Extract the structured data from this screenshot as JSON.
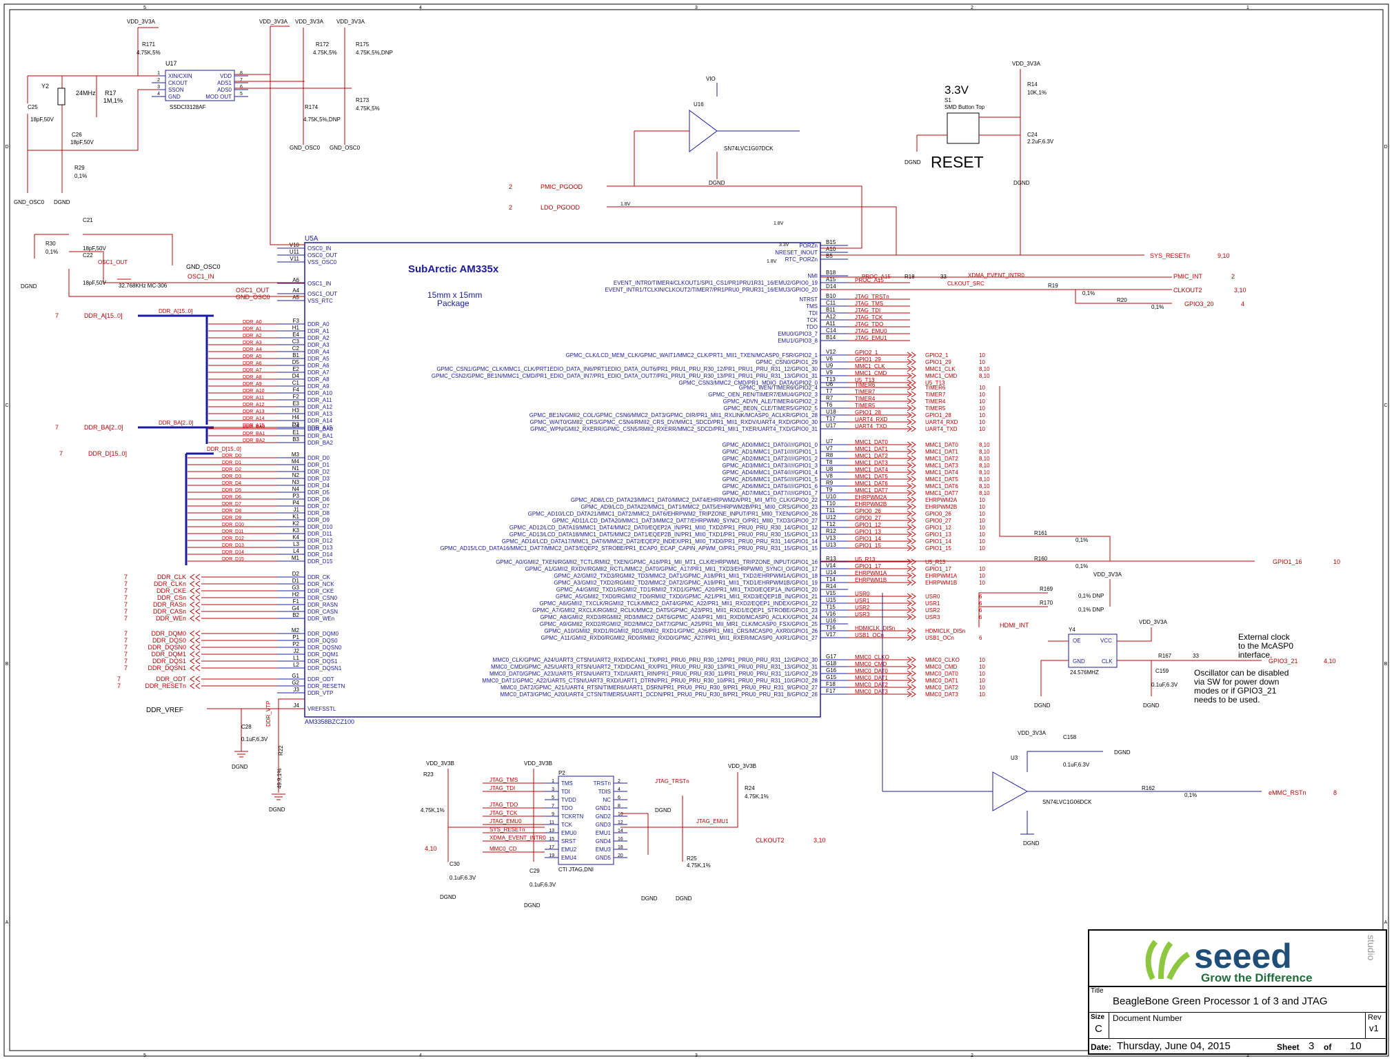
{
  "sheet": {
    "border_numbers": [
      "5",
      "4",
      "3",
      "2",
      "1"
    ],
    "border_letters": [
      "D",
      "C",
      "B",
      "A"
    ]
  },
  "u5": {
    "refdes": "U5A",
    "title": "SubArctic  AM335x",
    "package_line1": "15mm x 15mm",
    "package_line2": "Package",
    "part": "AM3358BZCZ100",
    "left_pins": [
      [
        "V10",
        "OSC0_IN"
      ],
      [
        "U11",
        "OSC0_OUT"
      ],
      [
        "V11",
        "VSS_OSC0"
      ],
      [
        "A6",
        "OSC1_IN"
      ],
      [
        "A4",
        "OSC1_OUT"
      ],
      [
        "A5",
        "VSS_RTC"
      ],
      [
        "F3",
        "DDR_A0"
      ],
      [
        "H1",
        "DDR_A1"
      ],
      [
        "E4",
        "DDR_A2"
      ],
      [
        "C3",
        "DDR_A3"
      ],
      [
        "C2",
        "DDR_A4"
      ],
      [
        "B1",
        "DDR_A5"
      ],
      [
        "D5",
        "DDR_A6"
      ],
      [
        "E2",
        "DDR_A7"
      ],
      [
        "D4",
        "DDR_A8"
      ],
      [
        "C1",
        "DDR_A9"
      ],
      [
        "F4",
        "DDR_A10"
      ],
      [
        "F2",
        "DDR_A11"
      ],
      [
        "E3",
        "DDR_A12"
      ],
      [
        "H3",
        "DDR_A13"
      ],
      [
        "H4",
        "DDR_A14"
      ],
      [
        "D3",
        "DDR_A15"
      ],
      [
        "C4",
        "DDR_BA0"
      ],
      [
        "E1",
        "DDR_BA1"
      ],
      [
        "B3",
        "DDR_BA2"
      ],
      [
        "M3",
        "DDR_D0"
      ],
      [
        "M4",
        "DDR_D1"
      ],
      [
        "N1",
        "DDR_D2"
      ],
      [
        "N2",
        "DDR_D3"
      ],
      [
        "N3",
        "DDR_D4"
      ],
      [
        "N4",
        "DDR_D5"
      ],
      [
        "P3",
        "DDR_D6"
      ],
      [
        "P4",
        "DDR_D7"
      ],
      [
        "J1",
        "DDR_D8"
      ],
      [
        "K1",
        "DDR_D9"
      ],
      [
        "K2",
        "DDR_D10"
      ],
      [
        "K3",
        "DDR_D11"
      ],
      [
        "K4",
        "DDR_D12"
      ],
      [
        "L3",
        "DDR_D13"
      ],
      [
        "L4",
        "DDR_D14"
      ],
      [
        "M1",
        "DDR_D15"
      ],
      [
        "D2",
        "DDR_CK"
      ],
      [
        "D1",
        "DDR_NCK"
      ],
      [
        "G3",
        "DDR_CKE"
      ],
      [
        "H2",
        "DDR_CSN0"
      ],
      [
        "F1",
        "DDR_RASN"
      ],
      [
        "G4",
        "DDR_CASN"
      ],
      [
        "B2",
        "DDR_WEn"
      ],
      [
        "M2",
        "DDR_DQM0"
      ],
      [
        "P1",
        "DDR_DQS0"
      ],
      [
        "P2",
        "DDR_DQSN0"
      ],
      [
        "J2",
        "DDR_DQM1"
      ],
      [
        "L1",
        "DDR_DQS1"
      ],
      [
        "L2",
        "DDR_DQSN1"
      ],
      [
        "G1",
        "DDR_ODT"
      ],
      [
        "G2",
        "DDR_RESETN"
      ],
      [
        "J3",
        "DDR_VTP"
      ],
      [
        "J4",
        "VREFSSTL"
      ]
    ],
    "right_pins": [
      [
        "B15",
        "PORZn"
      ],
      [
        "A10",
        "NRESET_INOUT"
      ],
      [
        "B5",
        "RTC_PORZn"
      ],
      [
        "B18",
        "NMI"
      ],
      [
        "A15",
        "EVENT_INTR0/TIMER4/CLKOUT1/SPI1_CS1/PR1PRU1R31_16/EMU2/GPIO0_19"
      ],
      [
        "D14",
        "EVENT_INTR1/TCLKIN/CLKOUT2/TIMER7/PR1PRU0_PRUR31_16/EMU3/GPIO0_20"
      ],
      [
        "B10",
        "NTRST"
      ],
      [
        "C11",
        "TMS"
      ],
      [
        "B11",
        "TDI"
      ],
      [
        "A12",
        "TCK"
      ],
      [
        "A11",
        "TDO"
      ],
      [
        "C14",
        "EMU0/GPIO3_7"
      ],
      [
        "B14",
        "EMU1/GPIO3_8"
      ],
      [
        "V12",
        "GPMC_CLK/LCD_MEM_CLK/GPMC_WAIT1/MMC2_CLK/PRT1_MII1_TXEN/MCASP0_FSR/GPIO2_1"
      ],
      [
        "V6",
        "GPMC_CSN0/GPIO1_29"
      ],
      [
        "U9",
        "GPMC_CSN1/GPMC_CLK/MMC1_CLK/PRT1EDIO_DATA_IN6/PRT1EDIO_DATA_OUT6/PR1_PRU1_PRU_R30_12/PR1_PRU1_PRU_R31_12/GPIO1_30"
      ],
      [
        "V9",
        "GPMC_CSN2/GPMC_BE1N/MMC1_CMD/PR1_EDIO_DATA_IN7/PR1_EDIO_DATA_OUT7/PR1_PRU1_PRU_R30_13/PR1_PRU1_PRU_R31_13/GPIO1_31"
      ],
      [
        "T13",
        "GPMC_CSN3/MMC2_CMD/PR1_MDIO_DATA/GPIO2_0"
      ],
      [
        "U6",
        "GPMC_WEN/TIMER6/GPIO2_4"
      ],
      [
        "T7",
        "GPMC_OEN_REN/TIMER7/EMU4/GPIO2_3"
      ],
      [
        "R7",
        "GPMC_ADVN_ALE/TIMER4/GPIO2_2"
      ],
      [
        "T6",
        "GPMC_BE0N_CLE/TIMER5/GPIO2_5"
      ],
      [
        "U18",
        "GPMC_BE1N/GMII2_COL/GPMC_CSN6/MMC2_DAT3/GPMC_DIR/PR1_MII1_RXLINK/MCASP0_ACLKR/GPIO1_28"
      ],
      [
        "T17",
        "GPMC_WAIT0/GMII2_CRS/GPMC_CSN4/RMII2_CRS_DV/MMC1_SDCD/PR1_MII1_RXDV/UART4_RXD/GPIO0_30"
      ],
      [
        "U17",
        "GPMC_WPN/GMII2_RXERR/GPMC_CSN5/RMII2_RXERR/MMC2_SDCD/PR1_MII1_TXER/UART4_TXD/GPIO0_31"
      ],
      [
        "U7",
        "GPMC_AD0/MMC1_DAT0/////GPIO1_0"
      ],
      [
        "V7",
        "GPMC_AD1/MMC1_DAT1/////GPIO1_1"
      ],
      [
        "R8",
        "GPMC_AD2/MMC1_DAT2/////GPIO1_2"
      ],
      [
        "T8",
        "GPMC_AD3/MMC1_DAT3/////GPIO1_3"
      ],
      [
        "U8",
        "GPMC_AD4/MMC1_DAT4/////GPIO1_4"
      ],
      [
        "V8",
        "GPMC_AD5/MMC1_DAT5/////GPIO1_5"
      ],
      [
        "R9",
        "GPMC_AD6/MMC1_DAT6/////GPIO1_6"
      ],
      [
        "T9",
        "GPMC_AD7/MMC1_DAT7/////GPIO1_7"
      ],
      [
        "U10",
        "GPMC_AD8/LCD_DATA23/MMC1_DAT0/MMC2_DAT4/EHRPWM2A/PR1_MII_MT0_CLK/GPIO0_22"
      ],
      [
        "T10",
        "GPMC_AD9/LCD_DATA22/MMC1_DAT1/MMC2_DAT5/EHRPWM2B/PR1_MII0_CRS/GPIO0_23"
      ],
      [
        "T11",
        "GPMC_AD10/LCD_DATA21/MMC1_DAT2/MMC2_DAT6/EHRPWM2_TRIPZONE_INPUT/PR1_MII0_TXEN/GPIO0_26"
      ],
      [
        "U12",
        "GPMC_AD11/LCD_DATA20/MMC1_DAT3/MMC2_DAT7/EHRPWM0_SYNCI_O/PR1_MII0_TXD3/GPIO0_27"
      ],
      [
        "T12",
        "GPMC_AD12/LCD_DATA19/MMC1_DAT4/MMC2_DAT0/EQEP2A_IN/PR1_MII0_TXD2/PR1_PRU0_PRU_R30_14/GPIO1_12"
      ],
      [
        "R12",
        "GPMC_AD13/LCD_DATA18/MMC1_DAT5/MMC2_DAT1/EQEP2B_IN/PR1_MII0_TXD1/PR1_PRU0_PRU_R30_15/GPIO1_13"
      ],
      [
        "V13",
        "GPMC_AD14/LCD_DATA17/MMC1_DAT6/MMC2_DAT2/EQEP2_INDEX/PR1_MII0_TXD0/PR1_PRU0_PRU_R31_14/GPIO1_14"
      ],
      [
        "U13",
        "GPMC_AD15/LCD_DATA16/MMC1_DAT7/MMC2_DAT3/EQEP2_STROBE/PR1_ECAP0_ECAP_CAPIN_APWM_O/PR1_PRU0_PRU_R31_15/GPIO1_15"
      ],
      [
        "R13",
        "GPMC_A0/GMII2_TXEN/RGMII2_TCTL/RMII2_TXEN/GPMC_A16/PR1_MII_MT1_CLK/EHRPWM1_TRIPZONE_INPUT/GPIO1_16"
      ],
      [
        "V14",
        "GPMC_A1/GMII2_RXDV/RGMII2_RCTL/MMC2_DAT0/GPMC_A17/PR1_MII1_TXD3/EHRPWM0_SYNCI_O/GPIO1_17"
      ],
      [
        "U14",
        "GPMC_A2/GMII2_TXD3/RGMII2_TD3/MMC2_DAT1/GPMC_A18/PR1_MII1_TXD2/EHRPWM1A/GPIO1_18"
      ],
      [
        "T14",
        "GPMC_A3/GMII2_TXD2/RGMII2_TD2/MMC2_DAT2/GPMC_A19/PR1_MII1_TXD1/EHRPWM1B/GPIO1_19"
      ],
      [
        "R14",
        "GPMC_A4/GMII2_TXD1/RGMII2_TD1/RMII2_TXD1/GPMC_A20/PR1_MII1_TXD0/EQEP1A_IN/GPIO1_20"
      ],
      [
        "V15",
        "GPMC_A5/GMII2_TXD0/RGMII2_TD0/RMII2_TXD0/GPMC_A21/PR1_MII1_RXD3/EQEP1B_IN/GPIO1_21"
      ],
      [
        "U15",
        "GPMC_A6/GMII2_TXCLK/RGMII2_TCLK/MMC2_DAT4/GPMC_A22/PR1_MII1_RXD2/EQEP1_INDEX/GPIO1_22"
      ],
      [
        "T15",
        "GPMC_A7/GMII2_RXCLK/RGMII2_RCLK/MMC2_DAT5/GPMC_A23/PR1_MII1_RXD1/EQEP1_STROBE/GPIO1_23"
      ],
      [
        "V16",
        "GPMC_A8/GMII2_RXD3/RGMII2_RD3/MMC2_DAT6/GPMC_A24/PR1_MII1_RXD0/MCASP0_ACLKX/GPIO1_24"
      ],
      [
        "U16",
        "GPMC_A9/GMII2_RXD2/RGMII2_RD2/MMC2_DAT7/GPMC_A25/PR1_MII_MR1_CLK/MCASP0_FSX/GPIO1_25"
      ],
      [
        "T16",
        "GPMC_A10/GMII2_RXD1/RGMII2_RD1/RMII2_RXD1/GPMC_A26/PR1_MII1_CRS/MCASP0_AXR0/GPIO1_26"
      ],
      [
        "V17",
        "GPMC_A11/GMII2_RXD0/RGMII2_RD0/RMII2_RXD0/GPMC_A27/PR1_MII1_RXER/MCASP0_AXR1/GPIO1_27"
      ],
      [
        "G17",
        "MMC0_CLK/GPMC_A24/UART3_CTSN/UART2_RXD/DCAN1_TX/PR1_PRU0_PRU_R30_12/PR1_PRU0_PRU_R31_12/GPIO2_30"
      ],
      [
        "G18",
        "MMC0_CMD/GPMC_A25/UART3_RTSN/UART2_TXD/DCAN1_RX/PR1_PRU0_PRU_R30_13/PR1_PRU0_PRU_R31_13/GPIO2_31"
      ],
      [
        "G16",
        "MMC0_DAT0/GPMC_A23/UART5_RTSN/UART3_TXD/UART1_RIN/PR1_PRU0_PRU_R30_11/PR1_PRU0_PRU_R31_11/GPIO2_29"
      ],
      [
        "G15",
        "MMC0_DAT1/GPMC_A22/UART5_CTSN/UART3_RXD/UART1_DTRN/PR1_PRU0_PRU_R30_10/PR1_PRU0_PRU_R31_10/GPIO2_28"
      ],
      [
        "F18",
        "MMC0_DAT2/GPMC_A21/UART4_RTSN/TIMER6/UART1_DSRN/PR1_PRU0_PRU_R30_9/PR1_PRU0_PRU_R31_9/GPIO2_27"
      ],
      [
        "F17",
        "MMC0_DAT3/GPMC_A20/UART4_CTSN/TIMER5/UART1_DCDN/PR1_PRU0_PRU_R30_8/PR1_PRU0_PRU_R31_8/GPIO2_26"
      ]
    ],
    "right_nets": [
      "",
      "",
      "",
      "",
      "PROC_A15",
      "",
      "JTAG_TRSTn",
      "JTAG_TMS",
      "JTAG_TDI",
      "JTAG_TCK",
      "JTAG_TDO",
      "JTAG_EMU0",
      "JTAG_EMU1",
      "GPIO2_1",
      "GPIO1_29",
      "MMC1_CLK",
      "MMC1_CMD",
      "U5_T13",
      "TIMER6",
      "TIMER7",
      "TIMER4",
      "TIMER5",
      "GPIO1_28",
      "UART4_RXD",
      "UART4_TXD",
      "MMC1_DAT0",
      "MMC1_DAT1",
      "MMC1_DAT2",
      "MMC1_DAT3",
      "MMC1_DAT4",
      "MMC1_DAT5",
      "MMC1_DAT6",
      "MMC1_DAT7",
      "EHRPWM2A",
      "EHRPWM2B",
      "GPIO0_26",
      "GPIO0_27",
      "GPIO1_12",
      "GPIO1_13",
      "GPIO1_14",
      "GPIO1_15",
      "U5_R13",
      "GPIO1_17",
      "EHRPWM1A",
      "EHRPWM1B",
      "",
      "USR0",
      "USR1",
      "USR2",
      "USR3",
      "",
      "HDMICLK_DISn",
      "USB1_OCn",
      "MMC0_CLKO",
      "MMC0_CMD",
      "MMC0_DAT0",
      "MMC0_DAT1",
      "MMC0_DAT2",
      "MMC0_DAT3"
    ],
    "right_sheets": [
      "",
      "",
      "",
      "",
      "",
      "",
      "",
      "",
      "",
      "",
      "",
      "",
      "",
      "10",
      "10",
      "8,10",
      "8,10",
      "",
      "10",
      "10",
      "10",
      "10",
      "10",
      "10",
      "10",
      "8,10",
      "8,10",
      "8,10",
      "8,10",
      "8,10",
      "8,10",
      "8,10",
      "8,10",
      "10",
      "10",
      "10",
      "10",
      "10",
      "10",
      "10",
      "10",
      "",
      "10",
      "10",
      "10",
      "",
      "6",
      "6",
      "6",
      "6",
      "",
      "",
      "6",
      "10",
      "10",
      "10",
      "10",
      "10",
      "10"
    ],
    "porz_voltage": "3.3V",
    "rtc_voltage": "1.8V"
  },
  "ddr_buses": [
    {
      "sheet": "7",
      "name": "DDR_A[15..0]",
      "label": "DDR_A[15..0]"
    },
    {
      "sheet": "7",
      "name": "DDR_BA[2..0]",
      "label": "DDR_BA[2..0]"
    },
    {
      "sheet": "7",
      "name": "DDR_D[15..0]",
      "label": "DDR_D[15..0]"
    }
  ],
  "ddr_ctrl": [
    {
      "sheet": "7",
      "net": "DDR_CLK"
    },
    {
      "sheet": "7",
      "net": "DDR_CLKn"
    },
    {
      "sheet": "7",
      "net": "DDR_CKE"
    },
    {
      "sheet": "7",
      "net": "DDR_CSn"
    },
    {
      "sheet": "7",
      "net": "DDR_RASn"
    },
    {
      "sheet": "7",
      "net": "DDR_CASn"
    },
    {
      "sheet": "7",
      "net": "DDR_WEn"
    },
    {
      "sheet": "7",
      "net": "DDR_DQM0"
    },
    {
      "sheet": "7",
      "net": "DDR_DQS0"
    },
    {
      "sheet": "7",
      "net": "DDR_DQSN0"
    },
    {
      "sheet": "7",
      "net": "DDR_DQM1"
    },
    {
      "sheet": "7",
      "net": "DDR_DQS1"
    },
    {
      "sheet": "7",
      "net": "DDR_DQSN1"
    },
    {
      "sheet": "7",
      "net": "DDR_ODT"
    },
    {
      "sheet": "7",
      "net": "DDR_RESETn"
    }
  ],
  "osc": {
    "u17_ref": "U17",
    "u17_part": "SSDCI3128AF",
    "u17_left": [
      [
        "1",
        "XIN/CXIN"
      ],
      [
        "2",
        "CKOUT"
      ],
      [
        "3",
        "SSON"
      ],
      [
        "4",
        "GND"
      ]
    ],
    "u17_right": [
      [
        "8",
        "VDD"
      ],
      [
        "7",
        "ADS1"
      ],
      [
        "6",
        "ADS0"
      ],
      [
        "5",
        "MOD OUT"
      ]
    ],
    "vdd": "VDD_3V3A",
    "y2_ref": "Y2",
    "y2_freq": "24MHz",
    "r17_ref": "R17",
    "r17_val": "1M,1%",
    "r171_ref": "R171",
    "r171_val": "4.75K,5%",
    "r172_ref": "R172",
    "r172_val": "4.75K,5%",
    "r175_ref": "R175",
    "r175_val": "4.75K,5%,DNP",
    "r174_ref": "R174",
    "r174_val": "4.75K,5%,DNP",
    "r173_ref": "R173",
    "r173_val": "4.75K,5%",
    "r29_ref": "R29",
    "r29_val": "0,1%",
    "c25_ref": "C25",
    "c25_val": "18pF,50V",
    "c26_ref": "C26",
    "c26_val": "18pF,50V",
    "gnd_osc0": "GND_OSC0",
    "dgnd": "DGND",
    "r30_ref": "R30",
    "r30_val": "0,1%",
    "c21_ref": "C21",
    "c21_val": "18pF,50V",
    "c22_ref": "C22",
    "c22_val": "18pF,50V",
    "y1_val": "32.768KHz MC-306",
    "osc1_out": "OSC1_OUT",
    "osc1_in": "OSC1_IN",
    "gnd_osc0_label": "GND_OSC0"
  },
  "reset": {
    "vio": "VIO",
    "u16_ref": "U16",
    "u16_part": "SN74LVC1G07DCK",
    "pmic_pgood": "PMIC_PGOOD",
    "ldo_pgood": "LDO_PGOOD",
    "sheet": "2",
    "ldo_v": "1.8V",
    "title": "3.3V",
    "label": "RESET",
    "s1_ref": "S1",
    "s1_part": "SMD Button Top",
    "r14_ref": "R14",
    "r14_val": "10K,1%",
    "c24_ref": "C24",
    "c24_val": "2.2uF,6.3V",
    "vdd": "VDD_3V3A",
    "sys_resetn": "SYS_RESETn",
    "sys_sheet": "9,10"
  },
  "right_io": {
    "pmic_int": "PMIC_INT",
    "pmic_sheet": "2",
    "r18_ref": "R18",
    "r18_val": "33",
    "xdma": "XDMA_EVENT_INTR0",
    "clkout_src": "CLKOUT_SRC",
    "r19_ref": "R19",
    "r19_val": "0,1%",
    "clkout2": "CLKOUT2",
    "clkout2_sheet": "3,10",
    "r20_ref": "R20",
    "r20_val": "0,1%",
    "gpio3_20": "GPIO3_20",
    "gpio3_20_sheet": "4",
    "r161_ref": "R161",
    "r161_val": "0,1%",
    "r160_ref": "R160",
    "r160_val": "0,1%",
    "gpio1_16": "GPIO1_16",
    "gpio1_16_sheet": "10",
    "r169_ref": "R169",
    "r169_val": "0,1% DNP",
    "r170_ref": "R170",
    "r170_val": "0,1% DNP",
    "hdmi_int": "HDMI_INT",
    "y4_ref": "Y4",
    "y4_freq": "24.576MHZ",
    "y4_pins": [
      "OE",
      "VCC",
      "GND",
      "CLK"
    ],
    "r167_ref": "R167",
    "r167_val": "33",
    "gpio3_21": "GPIO3_21",
    "gpio3_21_sheet": "4,10",
    "c159_ref": "C159",
    "c159_val": "0.1uF,6.3V",
    "note": [
      "External  clock",
      "to the McASP0",
      "interface.",
      "",
      "Oscillator can be disabled",
      "via SW for power down",
      "modes or if GPIO3_21",
      "needs to be used."
    ],
    "u3_ref": "U3",
    "u3_part": "SN74LVC1G06DCK",
    "c158_ref": "C158",
    "c158_val": "0.1uF,6.3V",
    "r162_ref": "R162",
    "r162_val": "0,1%",
    "emmc_rst": "eMMC_RSTn",
    "emmc_sheet": "8"
  },
  "jtag": {
    "vdd": "VDD_3V3B",
    "p2_ref": "P2",
    "p2_part": "CTI JTAG,DNI",
    "left_nums": [
      "1",
      "3",
      "5",
      "7",
      "9",
      "11",
      "13",
      "15",
      "17",
      "19"
    ],
    "left_names": [
      "TMS",
      "TDI",
      "TVDD",
      "TDO",
      "TCKRTN",
      "TCK",
      "EMU0",
      "SRST",
      "EMU2",
      "EMU4"
    ],
    "right_nums": [
      "2",
      "4",
      "6",
      "8",
      "10",
      "12",
      "14",
      "16",
      "18",
      "20"
    ],
    "right_names": [
      "TRSTn",
      "TDIS",
      "NC",
      "GND1",
      "GND2",
      "GND3",
      "EMU1",
      "GND4",
      "EMU3",
      "GND5"
    ],
    "nets_left": [
      "JTAG_TMS",
      "JTAG_TDI",
      "JTAG_TDO",
      "JTAG_TCK",
      "JTAG_EMU0",
      "SYS_RESETn",
      "XDMA_EVENT_INTR0",
      "MMC0_CD"
    ],
    "net_trstn": "JTAG_TRSTn",
    "net_emu1": "JTAG_EMU1",
    "clkout2": "CLKOUT2",
    "clkout2_sheet": "3,10",
    "mmc0_sheet": "4,10",
    "r23_ref": "R23",
    "r23_val": "4.75K,1%",
    "r24_ref": "R24",
    "r24_val": "4.75K,1%",
    "r25_ref": "R25",
    "r25_val": "4.75K,1%",
    "c30_ref": "C30",
    "c30_val": "0.1uF,6.3V",
    "c29_ref": "C29",
    "c29_val": "0.1uF,6.3V"
  },
  "vref": {
    "label": "DDR_VREF",
    "c28_ref": "C28",
    "c28_val": "0.1uF,6.3V",
    "vtp": "DDR_VTP",
    "r22_ref": "R22",
    "r22_val": "49.9,1%"
  },
  "title_block": {
    "logo_word": "seeed",
    "logo_side": "studio",
    "tagline": "Grow the Difference",
    "title_label": "Title",
    "title": "BeagleBone Green Processor 1 of 3 and JTAG",
    "size_label": "Size",
    "size": "C",
    "docnum_label": "Document Number",
    "rev_label": "Rev",
    "rev": "v1",
    "date_label": "Date:",
    "date": "Thursday, June 04, 2015",
    "sheet_label": "Sheet",
    "sheet": "3",
    "of_label": "of",
    "total": "10",
    "colors": {
      "leaf_green": "#8dc63f",
      "brand_blue": "#1f4e79"
    }
  }
}
